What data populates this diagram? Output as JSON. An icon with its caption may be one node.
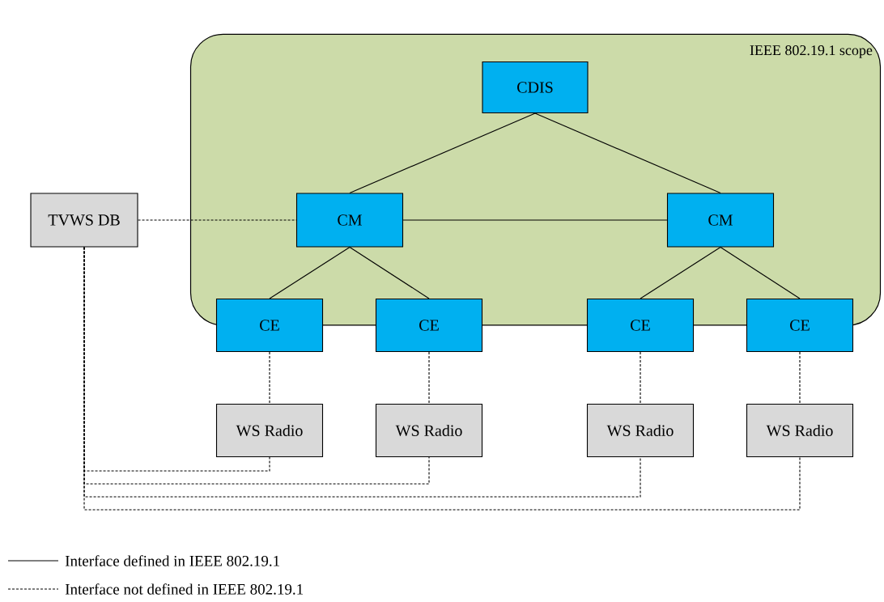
{
  "diagram": {
    "nodes": [
      {
        "text": [
          "IEEE 802.19.1 scope"
        ]
      },
      {
        "text": [
          "CDIS"
        ],
        "in": 0
      },
      {
        "text": [
          "CM"
        ],
        "in": 0
      },
      {
        "text": [
          "CM"
        ],
        "in": 0
      },
      {
        "text": [
          "CE"
        ]
      },
      {
        "text": [
          "CE"
        ]
      },
      {
        "text": [
          "CE"
        ]
      },
      {
        "text": [
          "CE"
        ]
      },
      {
        "text": [
          "TVWS DB"
        ]
      },
      {
        "text": [
          "WS Radio"
        ]
      },
      {
        "text": [
          "WS Radio"
        ]
      },
      {
        "text": [
          "WS Radio"
        ]
      },
      {
        "text": [
          "WS Radio"
        ]
      }
    ],
    "edges": [
      {
        "from": 1,
        "to": 2,
        "arrow": "none"
      },
      {
        "from": 1,
        "to": 3,
        "arrow": "none"
      },
      {
        "from": 2,
        "to": 3,
        "arrow": "none"
      },
      {
        "from": 8,
        "to": 2,
        "arrow": "none",
        "style": "dashed"
      },
      {
        "from": 2,
        "to": 4,
        "arrow": "none"
      },
      {
        "from": 2,
        "to": 5,
        "arrow": "none"
      },
      {
        "from": 3,
        "to": 6,
        "arrow": "none"
      },
      {
        "from": 3,
        "to": 7,
        "arrow": "none"
      },
      {
        "from": 4,
        "to": 9,
        "arrow": "none",
        "style": "dashed"
      },
      {
        "from": 5,
        "to": 10,
        "arrow": "none",
        "style": "dashed"
      },
      {
        "from": 6,
        "to": 11,
        "arrow": "none",
        "style": "dashed"
      },
      {
        "from": 7,
        "to": 12,
        "arrow": "none",
        "style": "dashed"
      },
      {
        "from": 8,
        "to": 9,
        "arrow": "none",
        "style": "dashed"
      },
      {
        "from": 8,
        "to": 10,
        "arrow": "none",
        "style": "dashed"
      },
      {
        "from": 8,
        "to": 11,
        "arrow": "none",
        "style": "dashed"
      },
      {
        "from": 8,
        "to": 12,
        "arrow": "none",
        "style": "dashed"
      }
    ],
    "legend": [
      {
        "text": "Interface defined in IEEE 802.19.1"
      },
      {
        "text": "Interface not defined in IEEE 802.19.1"
      }
    ]
  }
}
